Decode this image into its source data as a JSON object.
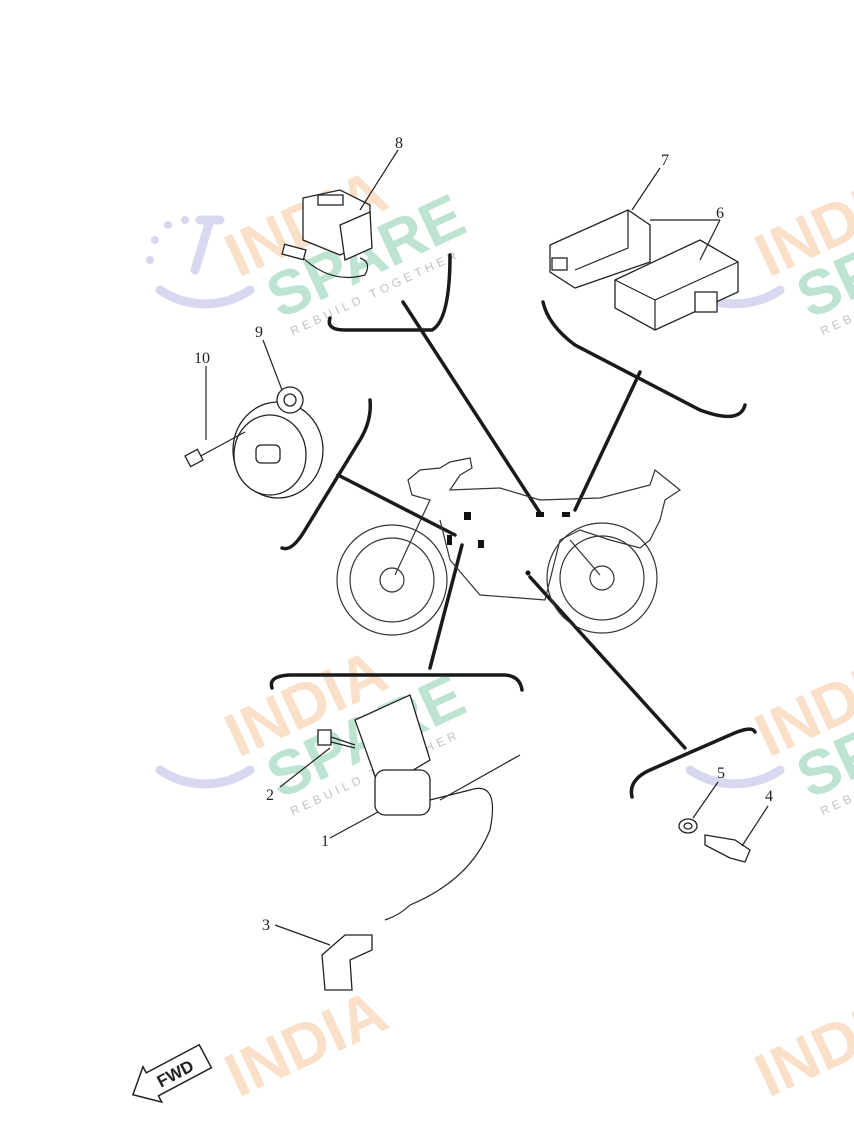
{
  "diagram": {
    "callouts": [
      "1",
      "2",
      "3",
      "4",
      "5",
      "6",
      "7",
      "8",
      "9",
      "10"
    ],
    "forward_arrow_label": "FWD",
    "watermark": {
      "line1": "INDIA",
      "line2": "SPARE",
      "tagline": "REBUILD TOGETHER"
    },
    "colors": {
      "line": "#222222",
      "watermark_orange": "#f6b98a",
      "watermark_green": "#6fc39a",
      "watermark_logo": "#8f8fd6"
    }
  }
}
